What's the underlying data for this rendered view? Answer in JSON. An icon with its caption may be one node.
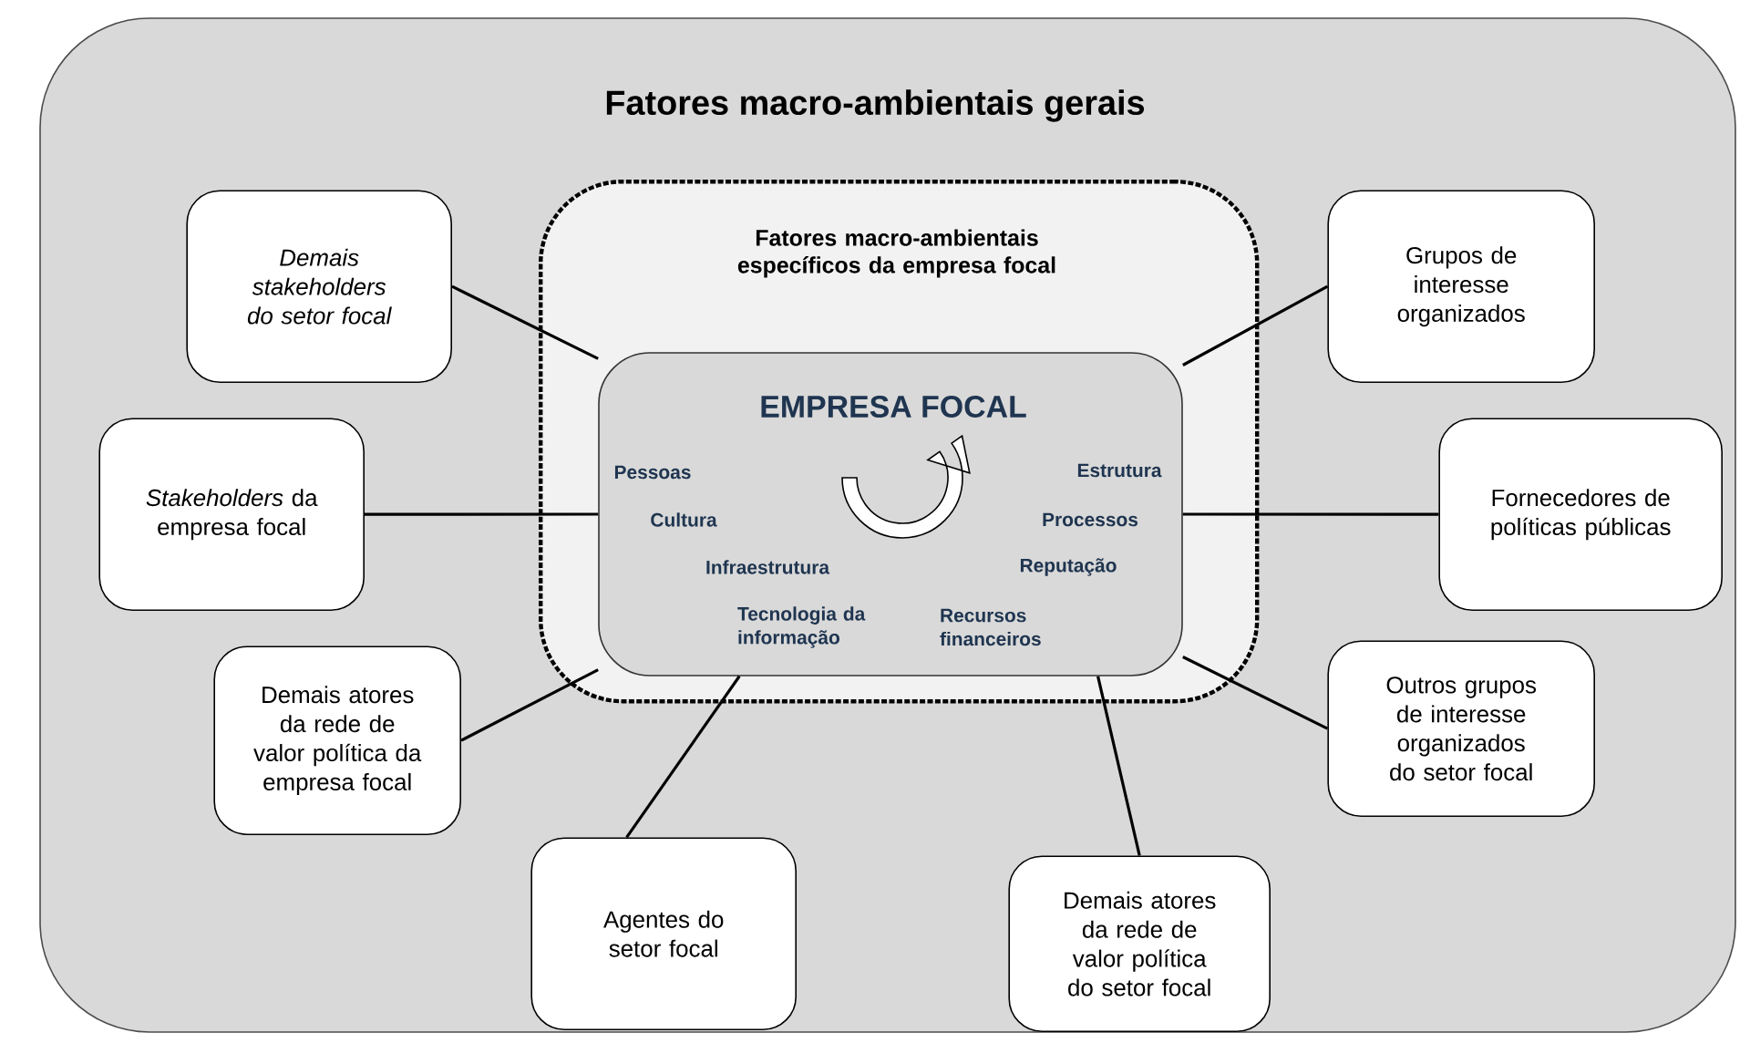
{
  "diagram": {
    "nodes": [
      {
        "text": [
          "Fatores macro-ambientais gerais"
        ]
      },
      {
        "text": [
          "Fatores macro-ambientais específicos da empresa focal"
        ],
        "in": 0
      },
      {
        "text": [
          "EMPRESA FOCAL",
          "Pessoas",
          "Cultura",
          "Infraestrutura",
          "Tecnologia da informação",
          "Estrutura",
          "Processos",
          "Reputação",
          "Recursos financeiros"
        ],
        "in": 1
      },
      {
        "text": [
          "Demais stakeholders do setor focal"
        ],
        "in": 0
      },
      {
        "text": [
          "Grupos de interesse organizados"
        ],
        "in": 0
      },
      {
        "text": [
          "*Stakeholders* da empresa focal"
        ],
        "in": 0
      },
      {
        "text": [
          "Fornecedores de políticas públicas"
        ],
        "in": 0
      },
      {
        "text": [
          "Demais atores da rede de valor política da empresa focal"
        ],
        "in": 0
      },
      {
        "text": [
          "Outros grupos de interesse organizados do setor focal"
        ],
        "in": 0
      },
      {
        "text": [
          "Agentes do setor focal"
        ],
        "in": 0
      },
      {
        "text": [
          "Demais atores da rede de valor política do setor focal"
        ],
        "in": 0
      }
    ],
    "edges": [
      {
        "from": 3,
        "to": 2,
        "arrow": "none"
      },
      {
        "from": 4,
        "to": 2,
        "arrow": "none"
      },
      {
        "from": 5,
        "to": 2,
        "arrow": "none"
      },
      {
        "from": 6,
        "to": 2,
        "arrow": "none"
      },
      {
        "from": 7,
        "to": 2,
        "arrow": "none"
      },
      {
        "from": 8,
        "to": 2,
        "arrow": "none"
      },
      {
        "from": 9,
        "to": 2,
        "arrow": "none"
      },
      {
        "from": 10,
        "to": 2,
        "arrow": "none"
      }
    ]
  }
}
